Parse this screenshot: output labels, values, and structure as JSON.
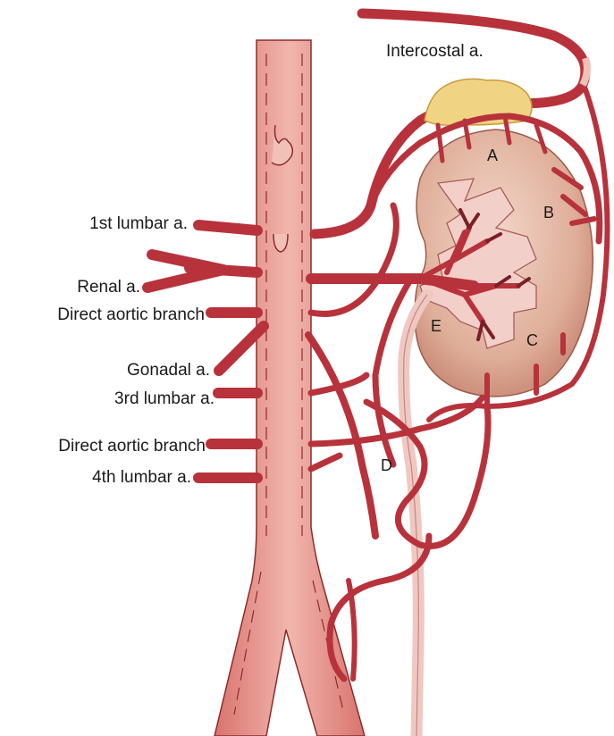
{
  "labels": {
    "intercostal": "Intercostal a.",
    "first_lumbar": "1st lumbar a.",
    "renal": "Renal a.",
    "direct_aortic_1": "Direct aortic branch",
    "gonadal": "Gonadal a.",
    "third_lumbar": "3rd lumbar a.",
    "direct_aortic_2": "Direct aortic branch",
    "fourth_lumbar": "4th lumbar a."
  },
  "markers": {
    "a": "A",
    "b": "B",
    "c": "C",
    "d": "D",
    "e": "E"
  },
  "colors": {
    "artery": "#b8323b",
    "artery_dark": "#7a1f27",
    "aorta": "#e58f88",
    "aorta_light": "#f4c2ba",
    "kidney": "#d9a48f",
    "kidney_light": "#f1d6c8",
    "pelvis": "#f3cfca",
    "adrenal": "#f1d483",
    "ureter": "#f0c8c2"
  }
}
